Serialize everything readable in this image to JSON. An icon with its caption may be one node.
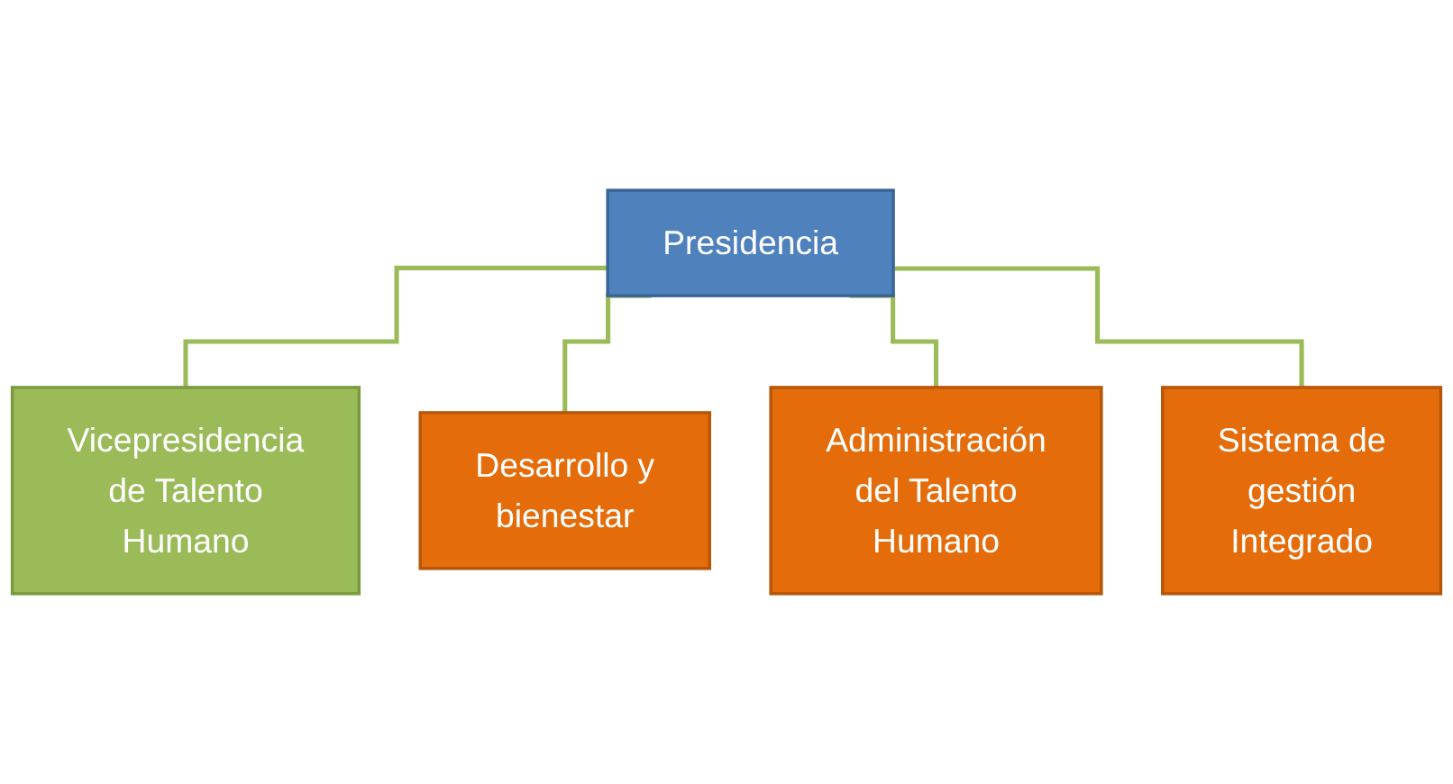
{
  "diagram": {
    "nodes": [
      {
        "text": [
          "Presidencia"
        ]
      },
      {
        "text": [
          "Vicepresidencia de Talento Humano"
        ]
      },
      {
        "text": [
          "Desarrollo y bienestar"
        ]
      },
      {
        "text": [
          "Administración del Talento Humano"
        ]
      },
      {
        "text": [
          "Sistema de gestión Integrado"
        ]
      }
    ],
    "edges": [
      {
        "from": 0,
        "to": 1,
        "arrow": "none"
      },
      {
        "from": 0,
        "to": 2,
        "arrow": "none"
      },
      {
        "from": 0,
        "to": 3,
        "arrow": "none"
      },
      {
        "from": 0,
        "to": 4,
        "arrow": "none"
      }
    ]
  }
}
